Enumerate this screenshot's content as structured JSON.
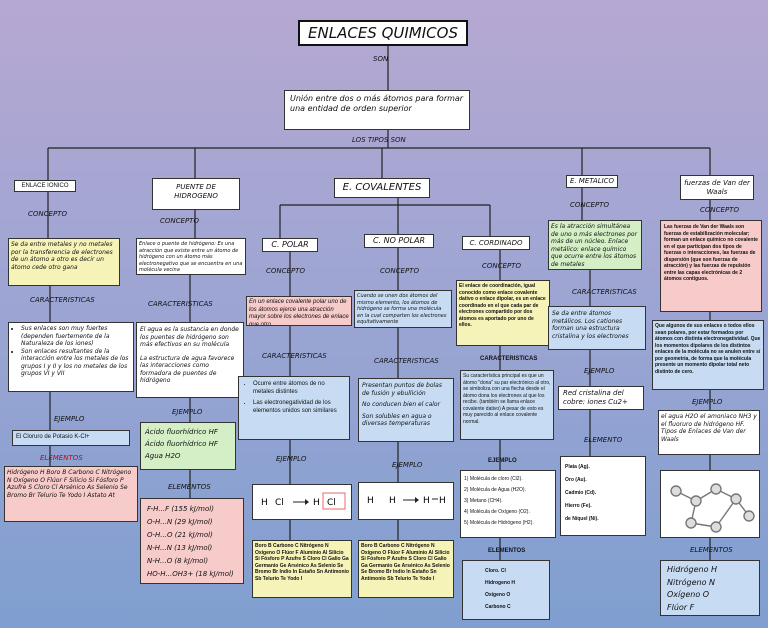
{
  "title": "ENLACES QUIMICOS",
  "son": "SON",
  "definition": "Unión entre dos o más átomos para formar una entidad de orden superior",
  "los_tipos_son": "LOS TIPOS SON",
  "ionico": {
    "header": "ENLACE IONICO",
    "concepto_label": "CONCEPTO",
    "concepto": "Se da entre metales y no metales por la transferencia de electrones de un átomo a otro es decir un átomo cede otro gana",
    "caract_label": "CARACTERISTICAS",
    "caract": [
      "Sus enlaces son muy fuertes (dependen fuertemente de la Naturaleza de los iones)",
      "Son enlaces resultantes de la interacción entre los metales de los grupos I y II y los no metales de los grupos VI y VII"
    ],
    "ejemplo_label": "EJEMPLO",
    "ejemplo": "El Cloruro de Potasio K-Cl+",
    "elementos_label": "ELEMENTOS",
    "elementos": "Hidrógeno H  Boro B  Carbono C  Nitrógeno N  Oxígeno O  Flúor F  Silicio Si  Fósforo P  Azufre S  Cloro Cl  Arsénico As  Selenio Se  Bromo Br  Telurio Te  Yodo I  Astato At"
  },
  "hidrogeno": {
    "header": "PUENTE DE HIDROGENO",
    "concepto_label": "CONCEPTO",
    "concepto": "Enlace o puente de hidrógeno: Es una atracción que existe entre un átomo de hidrógeno con un átomo más electronegativo que se encuentra en una molécula vecina",
    "caract_label": "CARACTERISTICAS",
    "caract1": "El agua es la sustancia en donde los puentes de hidrógeno son más efectivos en su molécula",
    "caract2": "La estructura de agua favorece las interacciones como formadora de puentes de hidrógeno",
    "ejemplo_label": "EJEMPLO",
    "ejemplo": [
      "Ácido fluorhídrico HF",
      "Ácido fluorhídrico HF",
      "Agua H2O"
    ],
    "elementos_label": "ELEMENTOS",
    "elementos": [
      "F-H...F (155 kJ/mol)",
      "O-H...N (29 kJ/mol)",
      "O-H...O (21 kJ/mol)",
      "N-H...N (13 kJ/mol)",
      "N-H...O (8 kJ/mol)",
      "HO-H...OH3+ (18 kJ/mol)"
    ]
  },
  "covalentes": {
    "header": "E. COVALENTES",
    "polar": {
      "header": "C. POLAR",
      "concepto_label": "CONCEPTO",
      "concepto": "En un enlace covalente polar uno de los átomos ejerce una atracción mayor sobre los electrones de enlace que otro.",
      "caract_label": "CARACTERISTICAS",
      "caract": [
        "Ocurre entre átomos de no metales distintes",
        "Las electronegatividad de los elementos unidos son similares"
      ],
      "ejemplo_label": "EJEMPLO",
      "elementos": "Boro B Carbono C Nitrógeno N Oxígeno O Flúor F Aluminio Al Silicio Si Fósforo P Azufre S Cloro Cl Galio Ga Germanio Ge Arsénico As Selenio Se Bromo Br Indio In Estaño Sn Antimonio Sb Telurio Te Yodo I"
    },
    "nopolar": {
      "header": "C. NO POLAR",
      "concepto_label": "CONCEPTO",
      "concepto": "Cuando se unen dos átomos del mismo elemento, los átomos de hidrógeno se forma una molécula en la cual comparten los electrones equitativamente",
      "caract_label": "CARACTERISTICAS",
      "caract1": "Presentan puntos de bolas de fusión y ebullición",
      "caract2": "No conducen bien el calor",
      "caract3": "Son solubles en agua o diversas temperaturas",
      "ejemplo_label": "EJEMPLO",
      "elementos": "Boro B Carbono C Nitrógeno N Oxígeno O Flúor F Aluminio Al Silicio Si Fósforo P Azufre S Cloro Cl Galio Ga Germanio Ge Arsénico As Selenio Se Bromo Br Indio In Estaño Sn Antimonio Sb Telurio Te Yodo I"
    },
    "coordinado": {
      "header": "C. CORDINADO",
      "concepto_label": "CONCEPTO",
      "concepto": "El enlace de coordinación, igual conocido como enlace covalente dativo o enlace dipolar, es un enlace coordinado en el que cada par de electrones compartido por dos átomos es aportado por uno de ellos.",
      "caract_label": "CARACTERISTICAS",
      "caract": "Su característica principal es que un átomo \"dona\" su par electrónico al otro, se simboliza con una flecha desde el átomo dona los electrones al que los recibe. (también se llama enlace covalente dativo) A pesar de esto es muy parecido al enlace covalente normal.",
      "ejemplo_label": "EJEMPLO",
      "ejemplo": [
        "1) Molécula de cloro (Cl2).",
        "2) Molécula de Agua (H2O).",
        "3) Metano (CH4).",
        "4) Molécula de Oxígeno (O2).",
        "5) Molécula de Hidrógeno (H2)."
      ],
      "elementos_label": "ELEMENTOS",
      "elementos": [
        "Cloro. Cl",
        "Hidrogeno H",
        "Oxigeno O",
        "Carbono C"
      ]
    }
  },
  "metalico": {
    "header": "E. METALICO",
    "concepto_label": "CONCEPTO",
    "concepto": "Es la atracción simultánea de uno o más electrones por más de un núcleo. Enlace metálico: enlace químico que ocurre entre los átomos de metales",
    "caract_label": "CARACTERISTICAS",
    "caract": "Se da entre átomos metálicos. Los cationes forman una estructura cristalina y los electrones",
    "ejemplo_label": "EJEMPLO",
    "ejemplo": "Red cristalina del cobre: iones Cu2+",
    "elemento_label": "ELEMENTO",
    "elementos": [
      "Plata (Ag).",
      "Oro (Au).",
      "Cadmio (Cd).",
      "Hierro (Fe).",
      "de Níquel (Ni)."
    ]
  },
  "vanderwaals": {
    "header": "fuerzas de Van der Waals",
    "concepto_label": "CONCEPTO",
    "concepto": "Las fuerzas de Van der Waals son fuerzas de estabilización molecular; forman un enlace químico no covalente en el que participan dos tipos de fuerzas o interacciones, las fuerzas de dispersión (que son fuerzas de atracción) y las fuerzas de repulsión entre las capas electrónicas de 2 átomos contiguos.",
    "caract": "Que algunos de sus enlaces o todos ellos sean polares, por estar formados por átomos con distinta electronegatividad. Que los momentos dipolares de los distintos enlaces de la molécula no se anulen entre sí por geometría, de forma que la molécula presente un momento dipolar total neto distinto de cero.",
    "ejemplo_label": "EJEMPLO",
    "ejemplo": "el agua H2O el amoniaco NH3 y el fluoruro de hidrógeno HF. Tipos de Enlaces de Van der Waals",
    "elementos_label": "ELEMENTOS",
    "elementos": [
      "Hidrógeno H",
      "Nitrógeno N",
      "Oxígeno O",
      "Flúor F"
    ]
  },
  "colors": {
    "yellow": "#f6f3b8",
    "blue": "#c7dcf3",
    "pink": "#f8cbcb",
    "green": "#d4efc6",
    "violet": "#d8c9ec",
    "white": "#ffffff"
  }
}
